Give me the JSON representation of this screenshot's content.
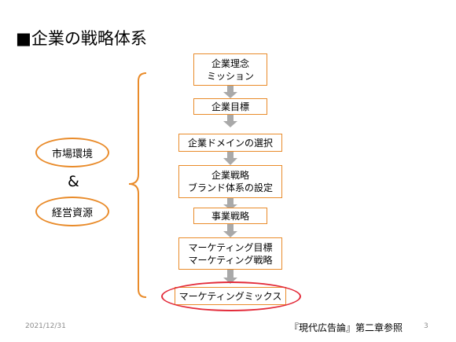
{
  "title": "■企業の戦略体系",
  "environment": [
    "市場環境",
    "経営資源"
  ],
  "ampersand": "&",
  "flow": [
    {
      "lines": [
        "企業理念",
        "ミッション"
      ]
    },
    {
      "lines": [
        "企業目標"
      ]
    },
    {
      "lines": [
        "企業ドメインの選択"
      ]
    },
    {
      "lines": [
        "企業戦略",
        "ブランド体系の設定"
      ]
    },
    {
      "lines": [
        "事業戦略"
      ]
    },
    {
      "lines": [
        "マーケティング目標",
        "マーケティング戦略"
      ]
    },
    {
      "lines": [
        "マーケティングミックス"
      ],
      "highlighted": true
    }
  ],
  "footer": {
    "date": "2021/12/31",
    "reference": "『現代広告論』第二章参照",
    "page": "3"
  },
  "colors": {
    "accent": "#E98B2A",
    "highlight": "#E32B3A"
  }
}
